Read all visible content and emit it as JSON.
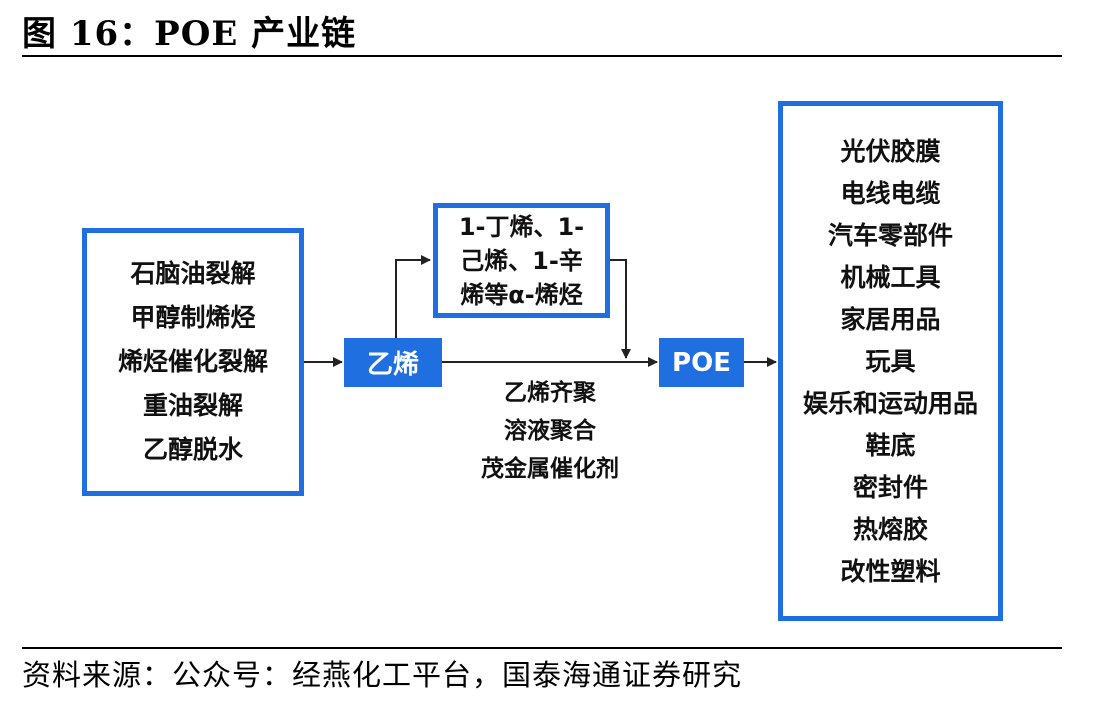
{
  "title": "图 16：POE 产业链",
  "source": "资料来源：公众号：经燕化工平台，国泰海通证券研究",
  "feedstocks": [
    "石脑油裂解",
    "甲醇制烯烃",
    "烯烃催化裂解",
    "重油裂解",
    "乙醇脱水"
  ],
  "ethylene_label": "乙烯",
  "alpha_olefins": [
    "1-丁烯、1-",
    "己烯、1-辛",
    "烯等α-烯烃"
  ],
  "process": [
    "乙烯齐聚",
    "溶液聚合",
    "茂金属催化剂"
  ],
  "poe_label": "POE",
  "applications": [
    "光伏胶膜",
    "电线电缆",
    "汽车零部件",
    "机械工具",
    "家居用品",
    "玩具",
    "娱乐和运动用品",
    "鞋底",
    "密封件",
    "热熔胶",
    "改性塑料"
  ],
  "colors": {
    "accent": "#1f6fe0",
    "text": "#111111",
    "arrow": "#222222"
  }
}
